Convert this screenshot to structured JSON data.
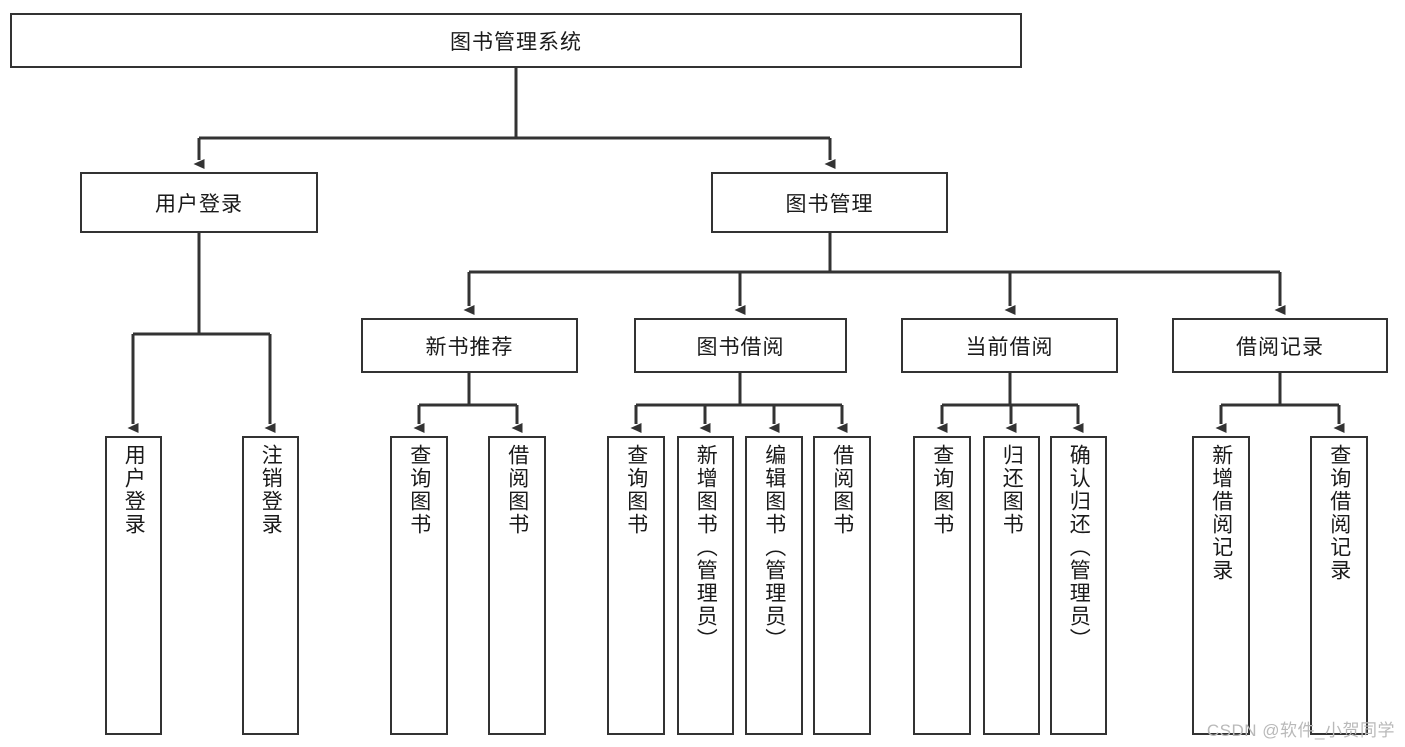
{
  "diagram": {
    "title": "图书管理系统",
    "type": "tree-hierarchy-diagram",
    "colors": {
      "border": "#333333",
      "box_fill": "#ffffff",
      "text": "#1a1a1a",
      "background": "#ffffff",
      "watermark": "#b9b9b9"
    },
    "root": {
      "label": "图书管理系统"
    },
    "level2": [
      {
        "label": "用户登录"
      },
      {
        "label": "图书管理"
      }
    ],
    "level3": [
      {
        "label": "新书推荐"
      },
      {
        "label": "图书借阅"
      },
      {
        "label": "当前借阅"
      },
      {
        "label": "借阅记录"
      }
    ],
    "leaves_user_login": [
      {
        "label": "用户登录"
      },
      {
        "label": "注销登录"
      }
    ],
    "leaves_new_book": [
      {
        "label": "查询图书"
      },
      {
        "label": "借阅图书"
      }
    ],
    "leaves_borrow": [
      {
        "label": "查询图书"
      },
      {
        "label": "新增图书（管理员）"
      },
      {
        "label": "编辑图书（管理员）"
      },
      {
        "label": "借阅图书"
      }
    ],
    "leaves_current": [
      {
        "label": "查询图书"
      },
      {
        "label": "归还图书"
      },
      {
        "label": "确认归还（管理员）"
      }
    ],
    "leaves_record": [
      {
        "label": "新增借阅记录"
      },
      {
        "label": "查询借阅记录"
      }
    ],
    "watermark": "CSDN @软件_小贺同学"
  }
}
